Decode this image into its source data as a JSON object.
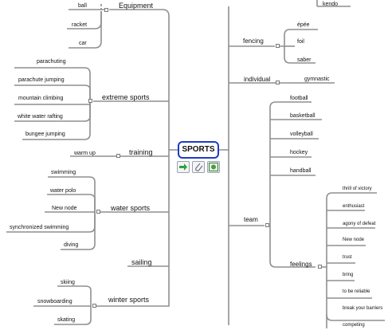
{
  "root": "SPORTS",
  "toolbar": {
    "arrow_icon": "green-arrow-icon",
    "attach_icon": "paperclip-icon",
    "image_icon": "image-icon"
  },
  "left": {
    "equipment": {
      "label": "Equipment",
      "children": [
        "ball",
        "racket",
        "car"
      ]
    },
    "extreme": {
      "label": "extreme sports",
      "children": [
        "parachuting",
        "parachute jumping",
        "mountain climbing",
        "white water rafting",
        "bungee jumping"
      ]
    },
    "training": {
      "label": "training",
      "children": [
        "warm up"
      ]
    },
    "water": {
      "label": "water sports",
      "children": [
        "swimming",
        "water polo",
        "New node",
        "synchronized swimming",
        "diving"
      ]
    },
    "sailing": {
      "label": "sailing"
    },
    "winter": {
      "label": "winter sports",
      "children": [
        "skiing",
        "snowboarding",
        "skating"
      ]
    }
  },
  "right": {
    "kendo": "kendo",
    "fencing": {
      "label": "fencing",
      "children": [
        "épée",
        "foil",
        "saber"
      ]
    },
    "individual": {
      "label": "individual",
      "children": [
        "gymnastic"
      ]
    },
    "team": {
      "label": "team",
      "children": [
        "football",
        "basketball",
        "volleyball",
        "hockey",
        "handball"
      ],
      "feelings": {
        "label": "feelings",
        "children": [
          "thrill of victory",
          "enthusiast",
          "agony of defeat",
          "New node",
          "trust",
          "bring",
          "to be reliable",
          "break your barriers",
          "competing"
        ]
      }
    }
  }
}
